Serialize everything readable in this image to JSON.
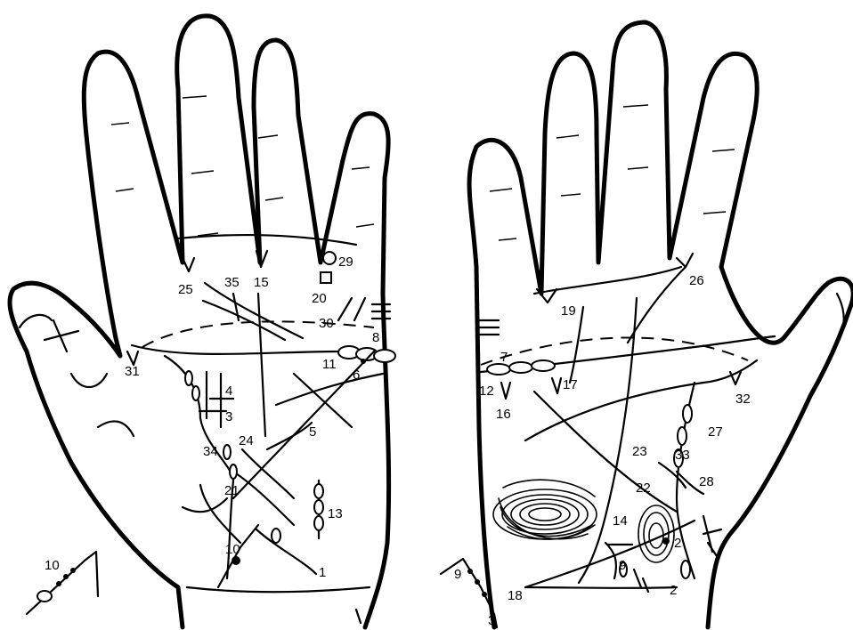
{
  "left_hand": {
    "labels": [
      "1",
      "3",
      "4",
      "5",
      "6",
      "8",
      "10",
      "11",
      "13",
      "15",
      "20",
      "21",
      "24",
      "25",
      "29",
      "30",
      "31",
      "34",
      "35"
    ]
  },
  "right_hand": {
    "labels": [
      "2",
      "2",
      "7",
      "9",
      "12",
      "14",
      "16",
      "17",
      "18",
      "19",
      "22",
      "23",
      "26",
      "27",
      "28",
      "32",
      "33"
    ]
  },
  "insets": {
    "left": "10",
    "right_a": "9",
    "right_b": "3"
  }
}
